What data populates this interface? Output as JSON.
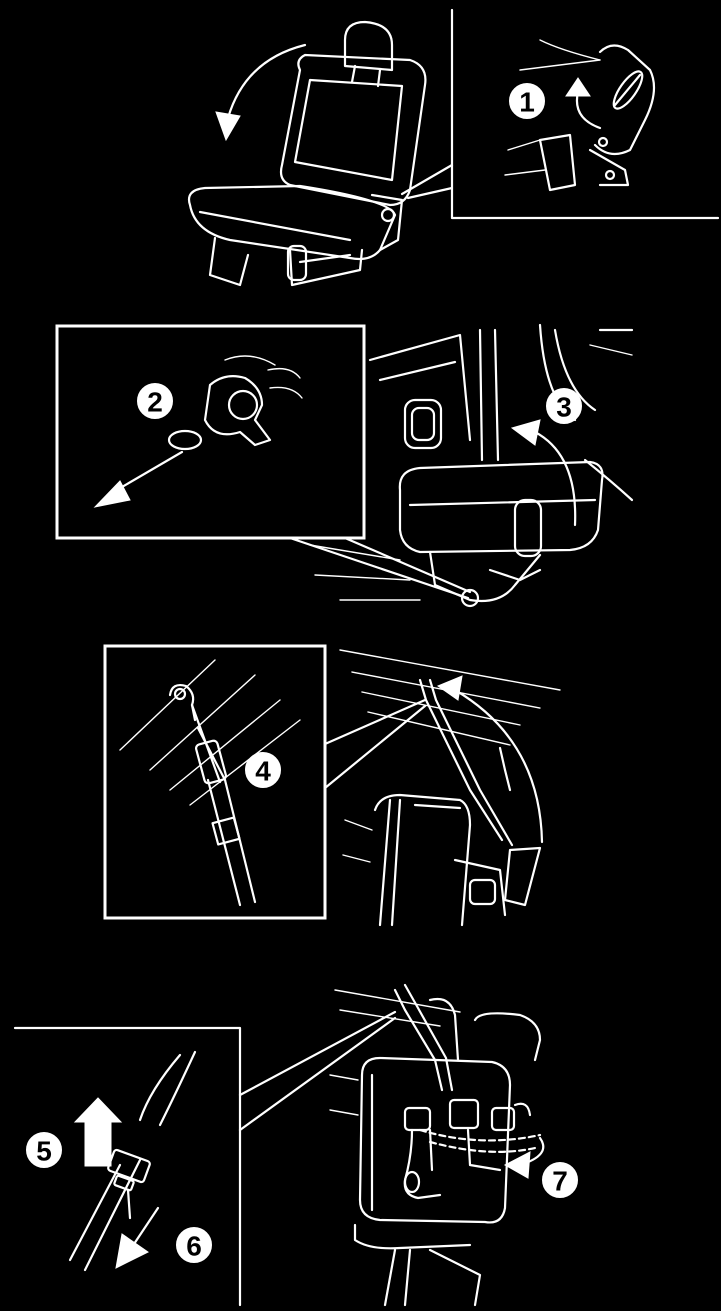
{
  "steps": [
    {
      "label": "1"
    },
    {
      "label": "2"
    },
    {
      "label": "3"
    },
    {
      "label": "4"
    },
    {
      "label": "5"
    },
    {
      "label": "6"
    },
    {
      "label": "7"
    }
  ]
}
